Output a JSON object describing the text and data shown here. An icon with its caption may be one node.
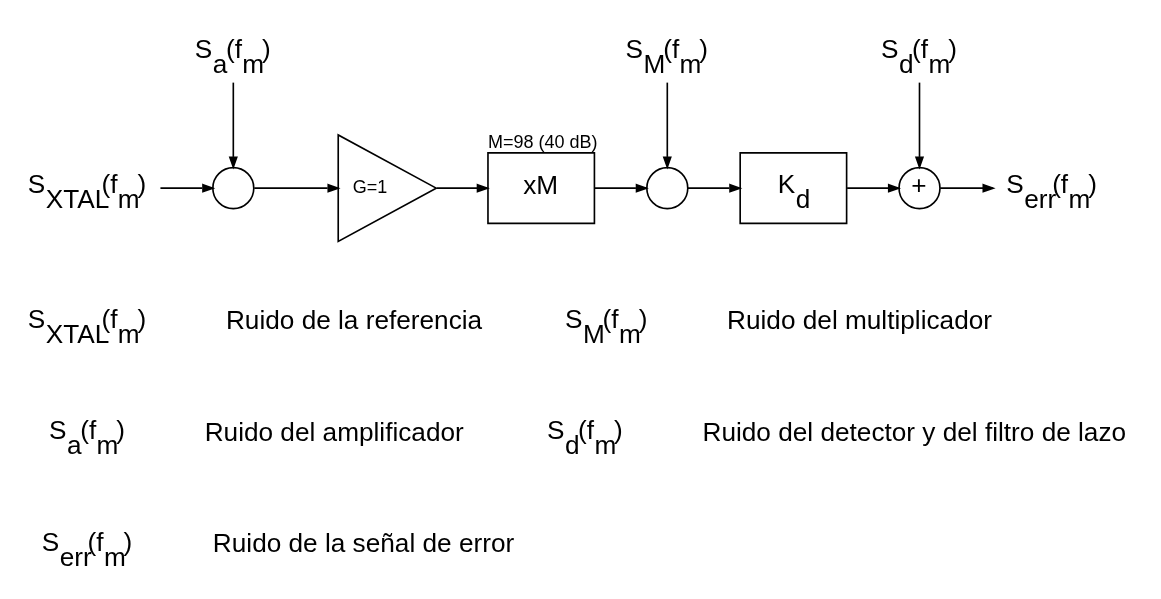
{
  "diagram": {
    "nodes": [
      {
        "text": [
          "S$_{XTAL}$(f$_{m}$)"
        ]
      },
      {
        "text": [
          "S$_{a}$(f$_{m}$)"
        ]
      },
      {
        "text": [],
        "shape": "circle"
      },
      {
        "text": [
          "G=1"
        ]
      },
      {
        "text": [
          "xM"
        ],
        "beside": [
          "M=98 (40 dB)"
        ]
      },
      {
        "text": [
          "S$_{M}$(f$_{m}$)"
        ]
      },
      {
        "text": [],
        "shape": "circle"
      },
      {
        "text": [
          "K$_{d}$"
        ]
      },
      {
        "text": [
          "S$_{d}$(f$_{m}$)"
        ]
      },
      {
        "text": [
          "+"
        ]
      },
      {
        "text": [
          "S$_{err}$(f$_{m}$)"
        ]
      }
    ],
    "edges": [
      {
        "from": 0,
        "to": 2,
        "arrow": "to"
      },
      {
        "from": 1,
        "to": 2,
        "arrow": "to"
      },
      {
        "from": 2,
        "to": 3,
        "arrow": "to"
      },
      {
        "from": 3,
        "to": 4,
        "arrow": "to"
      },
      {
        "from": 4,
        "to": 6,
        "arrow": "to"
      },
      {
        "from": 5,
        "to": 6,
        "arrow": "to"
      },
      {
        "from": 6,
        "to": 7,
        "arrow": "to"
      },
      {
        "from": 7,
        "to": 9,
        "arrow": "to"
      },
      {
        "from": 8,
        "to": 9,
        "arrow": "to"
      },
      {
        "from": 9,
        "to": 10,
        "arrow": "to"
      }
    ],
    "labels": [
      "S$_{XTAL}$(f$_{m}$)",
      "Ruido de la referencia",
      "S$_{M}$(f$_{m}$)",
      "Ruido del multiplicador",
      "S$_{a}$(f$_{m}$)",
      "Ruido del amplificador",
      "S$_{d}$(f$_{m}$)",
      "Ruido del detector y del filtro de lazo",
      "S$_{err}$(f$_{m}$)",
      "Ruido de la señal de error"
    ]
  }
}
